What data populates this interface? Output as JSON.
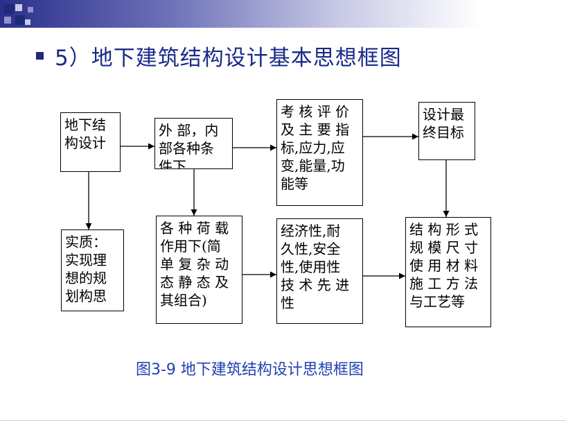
{
  "title": "5）地下建筑结构设计基本思想框图",
  "caption": "图3-9  地下建筑结构设计思想框图",
  "colors": {
    "title": "#1a2a8a",
    "caption": "#1f3fb0",
    "banner": "#2a2f8c"
  },
  "boxes": {
    "b1": "地下结\n构设计",
    "b2": "外 部，内\n部各种条\n件下",
    "b3": "考 核 评 价\n及 主 要 指\n标,应力,应\n变,能量,功\n能等",
    "b4": "设计最\n终目标",
    "b5": "实质：\n实现理\n想的规\n划构思",
    "b6": "各 种 荷 载\n作用下(简\n单 复 杂 动\n态 静 态 及\n其组合)",
    "b7": "经济性,耐\n久性,安全\n性,使用性\n技 术 先 进\n性",
    "b8": "结 构 形 式\n规 模 尺 寸\n使 用 材 料\n施 工 方 法\n与工艺等"
  }
}
